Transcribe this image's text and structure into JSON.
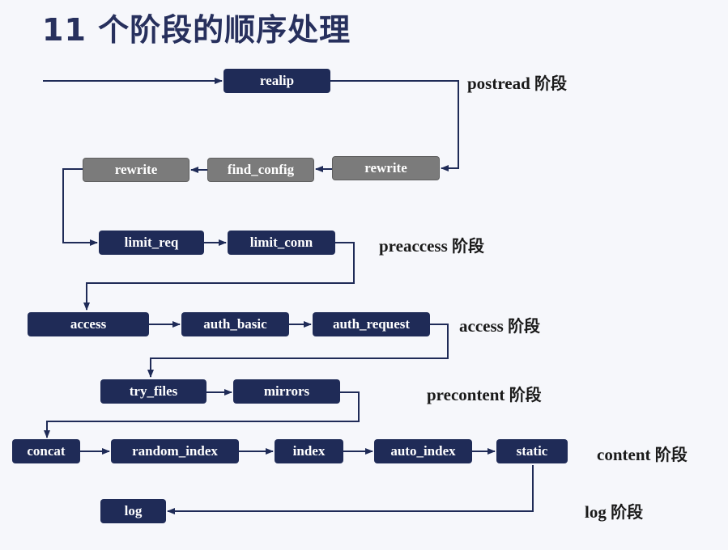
{
  "title": "11 个阶段的顺序处理",
  "colors": {
    "module": "#1f2b57",
    "module_inactive": "#7b7b7b",
    "connector": "#1f2b57",
    "title": "#27305d"
  },
  "modules": {
    "realip": "realip",
    "rewrite_post": "rewrite",
    "find_config": "find_config",
    "rewrite": "rewrite",
    "limit_req": "limit_req",
    "limit_conn": "limit_conn",
    "access": "access",
    "auth_basic": "auth_basic",
    "auth_request": "auth_request",
    "try_files": "try_files",
    "mirrors": "mirrors",
    "concat": "concat",
    "random_index": "random_index",
    "index": "index",
    "auto_index": "auto_index",
    "static": "static",
    "log": "log"
  },
  "phases": {
    "postread": {
      "name": "postread",
      "suffix": "阶段"
    },
    "preaccess": {
      "name": "preaccess",
      "suffix": "阶段"
    },
    "access": {
      "name": "access",
      "suffix": "阶段"
    },
    "precontent": {
      "name": "precontent",
      "suffix": "阶段"
    },
    "content": {
      "name": "content",
      "suffix": "阶段"
    },
    "log": {
      "name": "log",
      "suffix": "阶段"
    }
  }
}
